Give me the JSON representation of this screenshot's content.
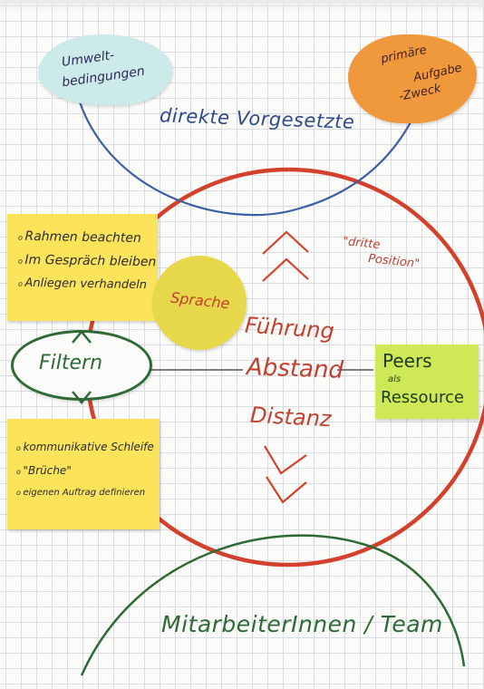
{
  "clouds": {
    "left": {
      "line1": "Umwelt-",
      "line2": "bedingungen",
      "color": "#cdeaea"
    },
    "right": {
      "line1": "primäre",
      "line2": "Aufgabe",
      "line3": "-Zweck",
      "color": "#f0983c"
    }
  },
  "top_label": "direkte Vorgesetzte",
  "note_top": {
    "items": [
      "Rahmen beachten",
      "Im Gespräch bleiben",
      "Anliegen verhandeln"
    ],
    "color": "#fbe35a"
  },
  "note_bottom": {
    "items": [
      "kommunikative Schleife",
      "\"Brüche\"",
      "eigenen Auftrag definieren"
    ],
    "color": "#fbe35a"
  },
  "filter_label": "Filtern",
  "sprache_label": "Sprache",
  "dritte_position": {
    "line1": "\"dritte",
    "line2": "Position\""
  },
  "center_words": [
    "Führung",
    "Abstand",
    "Distanz"
  ],
  "peers": {
    "line1": "Peers",
    "line2": "als",
    "line3": "Ressource",
    "color": "#cfe855"
  },
  "bottom_label": "MitarbeiterInnen / Team",
  "colors": {
    "red": "#d3412c",
    "blue": "#3d5fa3",
    "green": "#2e6a35",
    "yellow_circle": "#e6d84a"
  }
}
